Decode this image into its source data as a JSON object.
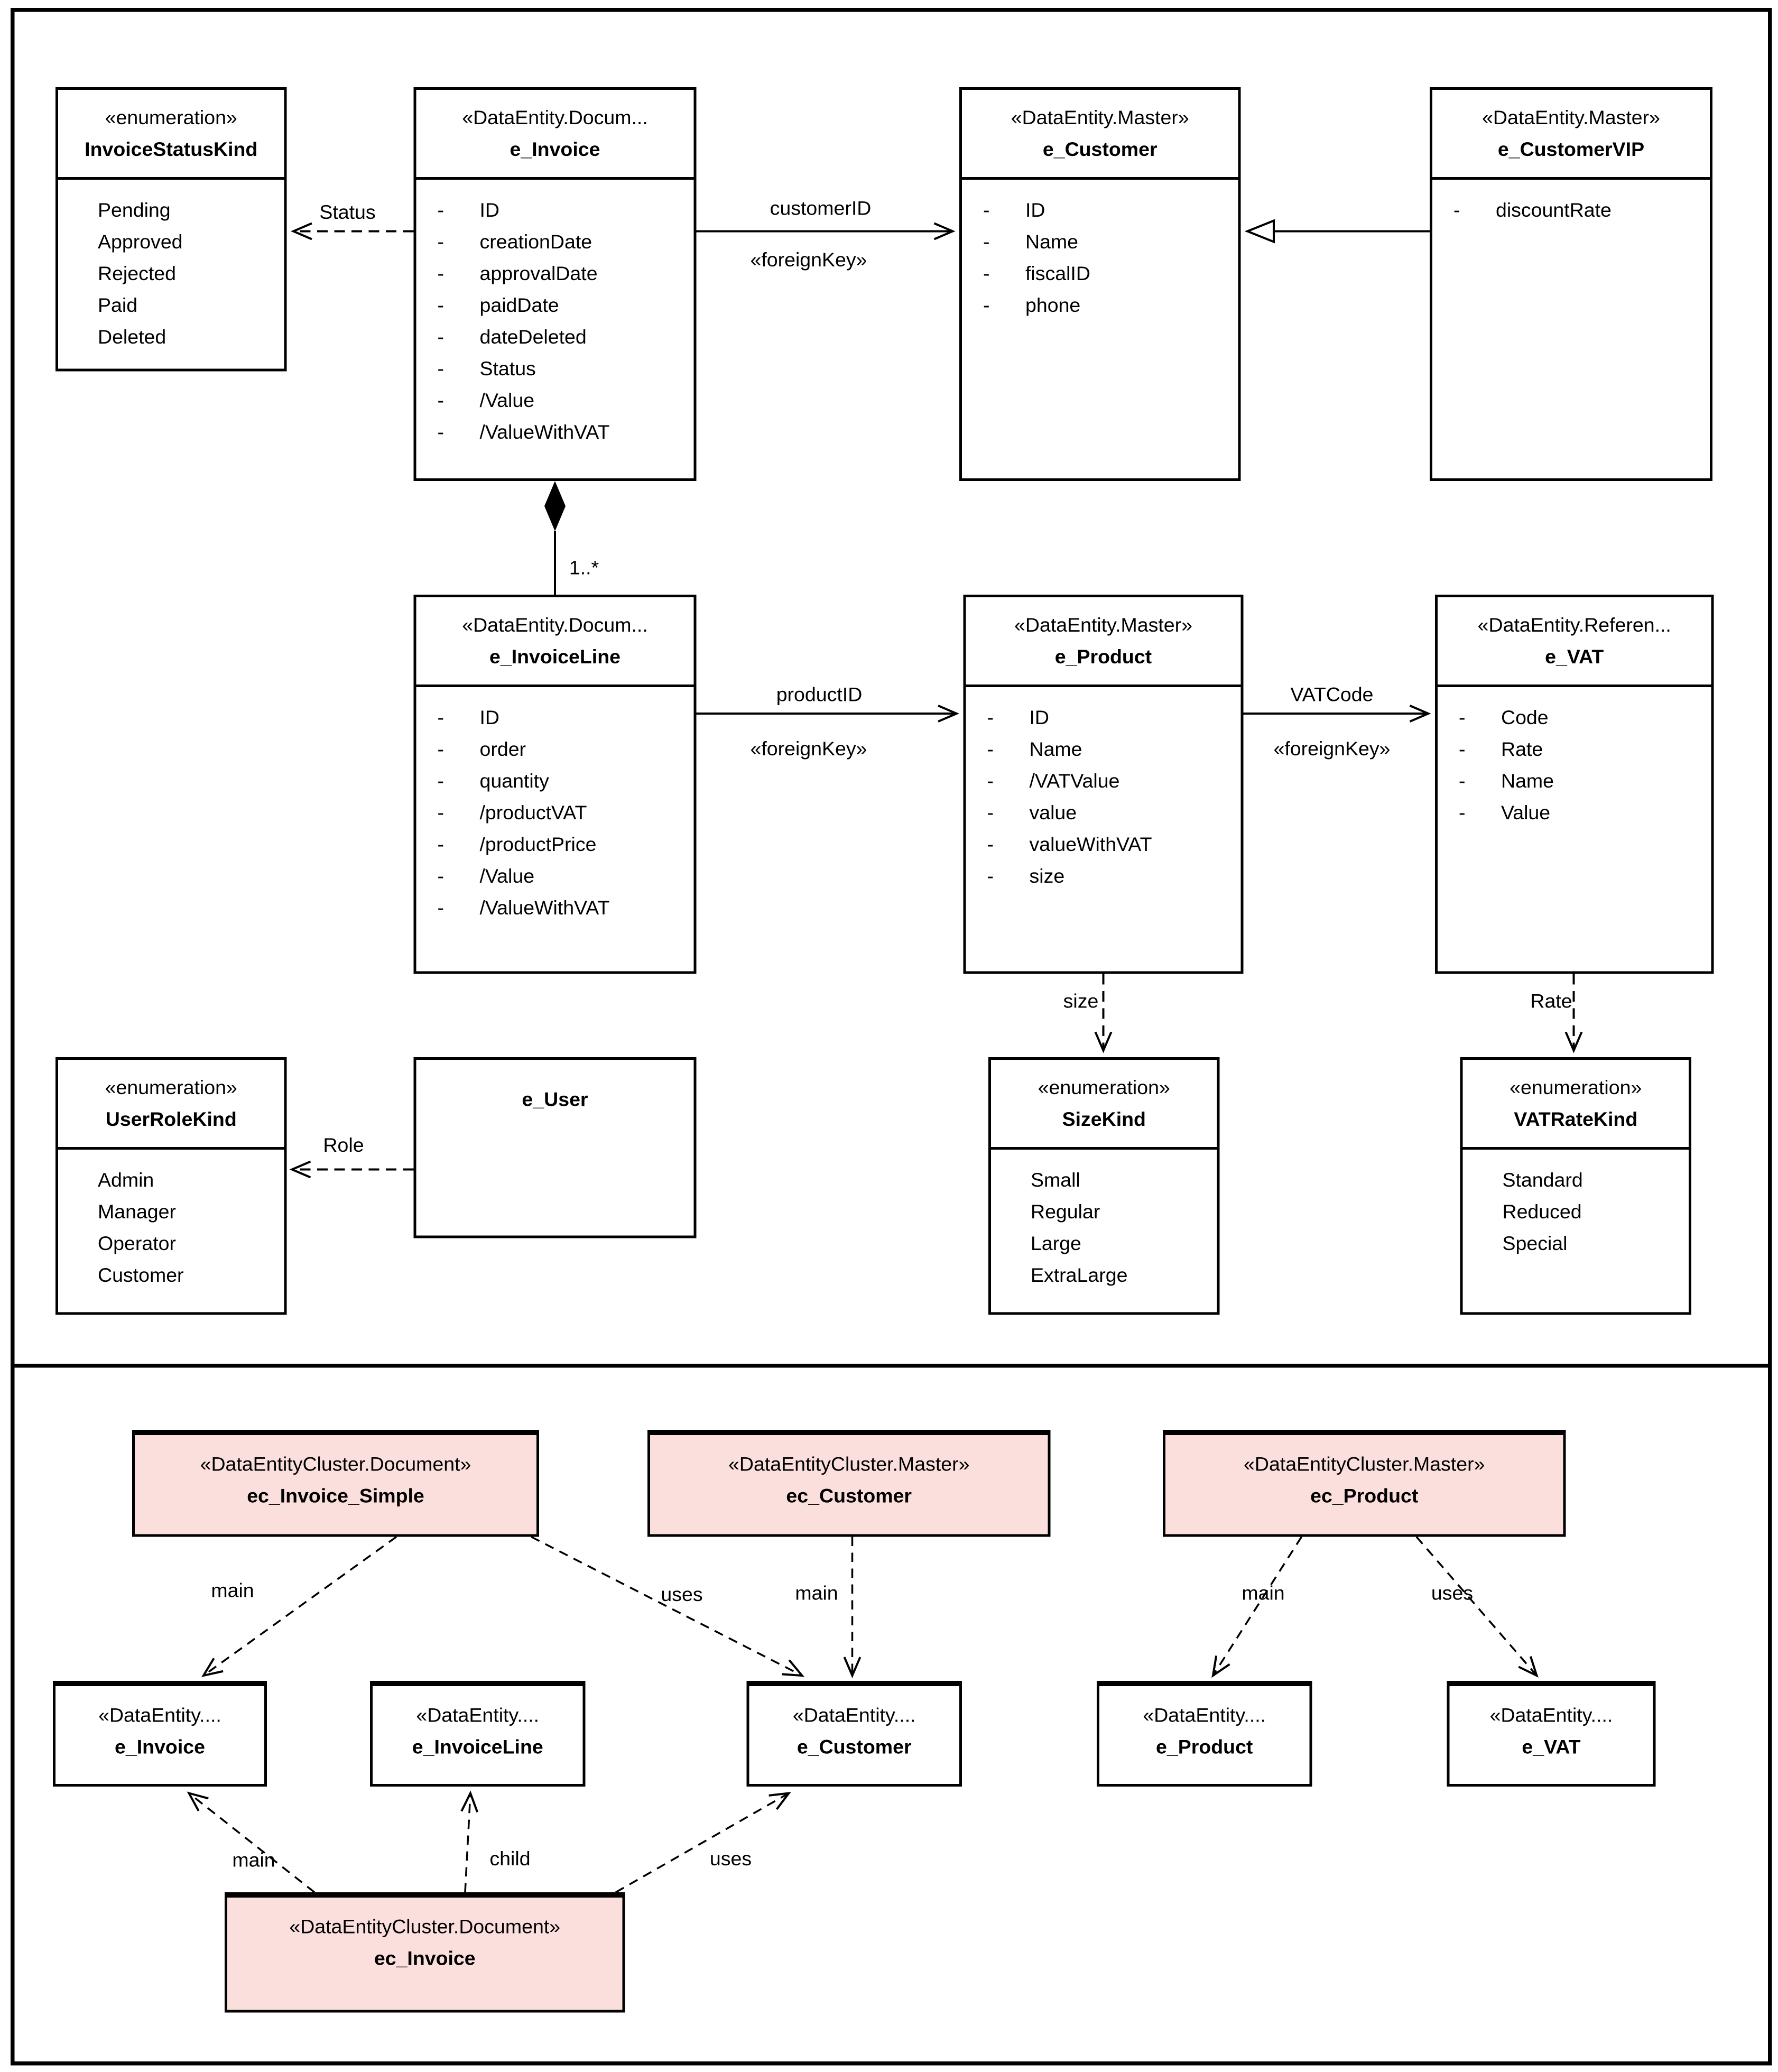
{
  "visibility_marker": "-",
  "colors": {
    "cluster_fill": "#fbdfdc",
    "line": "#000000",
    "background": "#ffffff"
  },
  "top": {
    "invoice_status_kind": {
      "stereotype": "«enumeration»",
      "name": "InvoiceStatusKind",
      "values": [
        "Pending",
        "Approved",
        "Rejected",
        "Paid",
        "Deleted"
      ]
    },
    "e_invoice": {
      "stereotype": "«DataEntity.Docum...",
      "name": "e_Invoice",
      "attrs": [
        "ID",
        "creationDate",
        "approvalDate",
        "paidDate",
        "dateDeleted",
        "Status",
        "/Value",
        "/ValueWithVAT"
      ]
    },
    "e_customer": {
      "stereotype": "«DataEntity.Master»",
      "name": "e_Customer",
      "attrs": [
        "ID",
        "Name",
        "fiscalID",
        "phone"
      ]
    },
    "e_customer_vip": {
      "stereotype": "«DataEntity.Master»",
      "name": "e_CustomerVIP",
      "attrs": [
        "discountRate"
      ]
    },
    "e_invoice_line": {
      "stereotype": "«DataEntity.Docum...",
      "name": "e_InvoiceLine",
      "attrs": [
        "ID",
        "order",
        "quantity",
        "/productVAT",
        "/productPrice",
        "/Value",
        "/ValueWithVAT"
      ]
    },
    "e_product": {
      "stereotype": "«DataEntity.Master»",
      "name": "e_Product",
      "attrs": [
        "ID",
        "Name",
        "/VATValue",
        "value",
        "valueWithVAT",
        "size"
      ]
    },
    "e_vat": {
      "stereotype": "«DataEntity.Referen...",
      "name": "e_VAT",
      "attrs": [
        "Code",
        "Rate",
        "Name",
        "Value"
      ]
    },
    "user_role_kind": {
      "stereotype": "«enumeration»",
      "name": "UserRoleKind",
      "values": [
        "Admin",
        "Manager",
        "Operator",
        "Customer"
      ]
    },
    "e_user": {
      "name": "e_User"
    },
    "size_kind": {
      "stereotype": "«enumeration»",
      "name": "SizeKind",
      "values": [
        "Small",
        "Regular",
        "Large",
        "ExtraLarge"
      ]
    },
    "vat_rate_kind": {
      "stereotype": "«enumeration»",
      "name": "VATRateKind",
      "values": [
        "Standard",
        "Reduced",
        "Special"
      ]
    },
    "labels": {
      "status": "Status",
      "customer_id": "customerID",
      "foreign_key": "«foreignKey»",
      "multiplicity": "1..*",
      "product_id": "productID",
      "vat_code": "VATCode",
      "size": "size",
      "rate": "Rate",
      "role": "Role"
    }
  },
  "bottom": {
    "ec_invoice_simple": {
      "stereotype": "«DataEntityCluster.Document»",
      "name": "ec_Invoice_Simple"
    },
    "ec_customer": {
      "stereotype": "«DataEntityCluster.Master»",
      "name": "ec_Customer"
    },
    "ec_product": {
      "stereotype": "«DataEntityCluster.Master»",
      "name": "ec_Product"
    },
    "ec_invoice": {
      "stereotype": "«DataEntityCluster.Document»",
      "name": "ec_Invoice"
    },
    "e_invoice": {
      "stereotype": "«DataEntity....",
      "name": "e_Invoice"
    },
    "e_invoice_line": {
      "stereotype": "«DataEntity....",
      "name": "e_InvoiceLine"
    },
    "e_customer": {
      "stereotype": "«DataEntity....",
      "name": "e_Customer"
    },
    "e_product": {
      "stereotype": "«DataEntity....",
      "name": "e_Product"
    },
    "e_vat": {
      "stereotype": "«DataEntity....",
      "name": "e_VAT"
    },
    "labels": {
      "main": "main",
      "uses": "uses",
      "child": "child"
    }
  }
}
